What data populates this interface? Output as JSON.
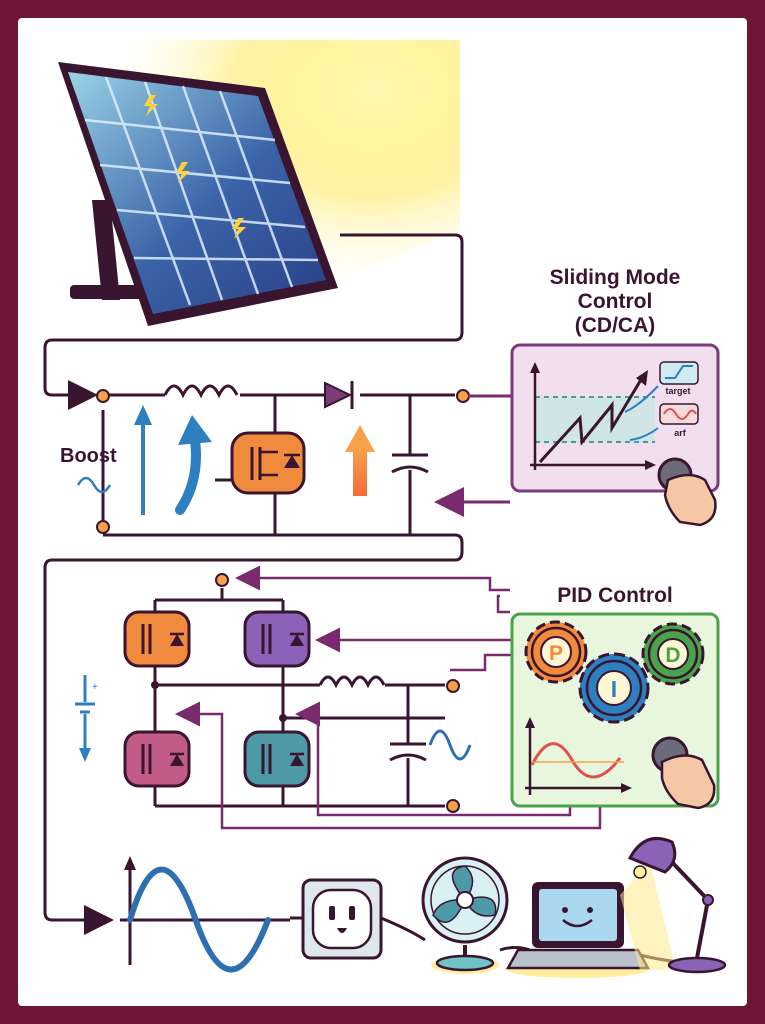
{
  "labels": {
    "boost": "Boost",
    "smc_title_line1": "Sliding Mode",
    "smc_title_line2": "Control",
    "smc_title_line3": "(CD/CA)",
    "smc_target": "target",
    "smc_arf": "arf",
    "pid_title": "PID Control",
    "pid_p": "P",
    "pid_i": "I",
    "pid_d": "D"
  },
  "icons": [
    "solar-panel-icon",
    "sun-rays-icon",
    "inductor-icon",
    "diode-icon",
    "mosfet-icon",
    "capacitor-icon",
    "battery-icon",
    "sine-wave-icon",
    "gear-icon",
    "knob-icon",
    "hand-icon",
    "power-outlet-icon",
    "fan-icon",
    "laptop-icon",
    "desk-lamp-icon"
  ],
  "colors": {
    "frame": "#6e1536",
    "wire": "#3a1530",
    "smc_panel_bg": "#f1dff0",
    "smc_panel_border": "#7a3b78",
    "pid_panel_bg": "#e7f6dc",
    "pid_panel_border": "#4aa24a",
    "mosfet_orange": "#f08a3c",
    "mosfet_purple": "#8a63b8",
    "mosfet_pink": "#c25a8a",
    "mosfet_teal": "#4d9aa6",
    "sine_blue": "#2e6fb0",
    "arrow_blue": "#2d7fc0",
    "arrow_orange": "#f08a3c"
  }
}
